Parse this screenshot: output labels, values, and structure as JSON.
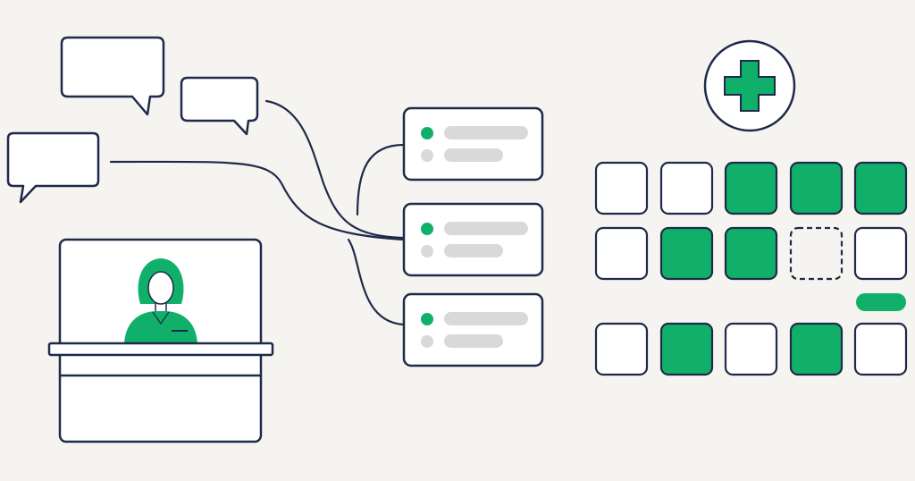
{
  "colors": {
    "background": "#f5f4f0",
    "outline": "#1f2a4a",
    "accent": "#10b06b",
    "card": "#ffffff",
    "placeholder_line": "#d9d9d9",
    "placeholder_dot": "#d9d9d9"
  },
  "icons": {
    "chat": "speech-bubble-icon",
    "agent": "receptionist-icon",
    "health": "medical-cross-icon"
  },
  "message_cards": [
    {
      "status": "active"
    },
    {
      "status": "active"
    },
    {
      "status": "active"
    }
  ],
  "schedule_grid": {
    "rows": [
      [
        "empty",
        "empty",
        "filled",
        "filled",
        "filled"
      ],
      [
        "empty",
        "filled",
        "filled",
        "pending",
        "empty"
      ],
      [
        "empty",
        "filled",
        "empty",
        "filled",
        "empty"
      ]
    ]
  }
}
